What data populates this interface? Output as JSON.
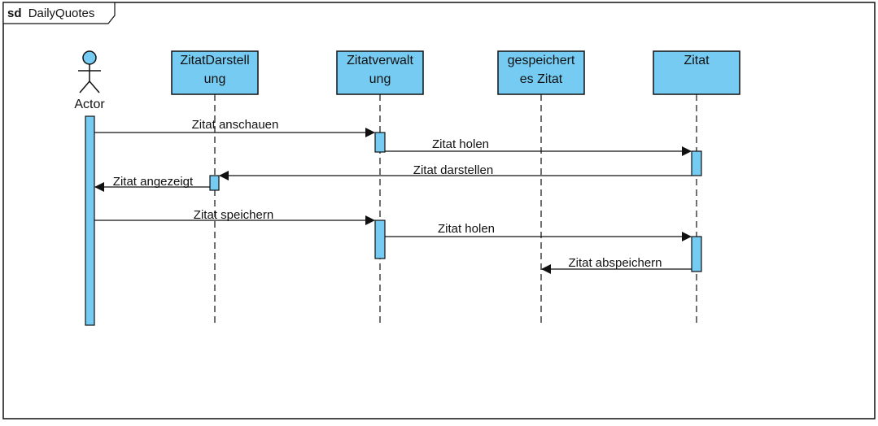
{
  "frame": {
    "keyword": "sd",
    "name": "DailyQuotes"
  },
  "actor": {
    "label": "Actor"
  },
  "lifelines": [
    {
      "id": "zitatdarstellung",
      "lines": [
        "ZitatDarstell",
        "ung"
      ]
    },
    {
      "id": "zitatverwaltung",
      "lines": [
        "Zitatverwalt",
        "ung"
      ]
    },
    {
      "id": "gespeichertes-zitat",
      "lines": [
        "gespeichert",
        "es Zitat"
      ]
    },
    {
      "id": "zitat",
      "lines": [
        "Zitat"
      ]
    }
  ],
  "messages": [
    {
      "label": "Zitat anschauen"
    },
    {
      "label": "Zitat holen"
    },
    {
      "label": "Zitat darstellen"
    },
    {
      "label": "Zitat angezeigt"
    },
    {
      "label": "Zitat speichern"
    },
    {
      "label": "Zitat holen"
    },
    {
      "label": "Zitat abspeichern"
    }
  ],
  "colors": {
    "fill": "#75cbf2",
    "stroke": "#111111",
    "background": "#ffffff"
  }
}
